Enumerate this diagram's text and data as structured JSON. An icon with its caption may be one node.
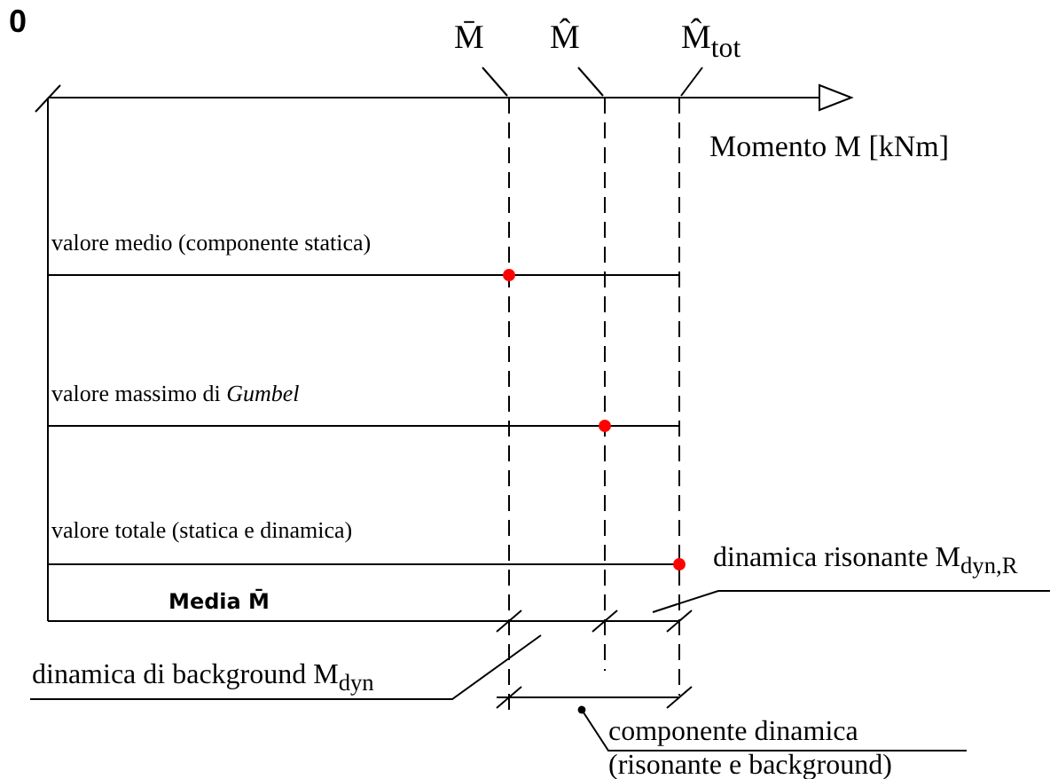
{
  "diagram": {
    "nodes": [
      {
        "text": [
          "M̄"
        ]
      },
      {
        "text": [
          "M̂"
        ]
      },
      {
        "text": [
          "M̂$_{tot}$"
        ]
      },
      {
        "text": [
          "dinamica risonante M$_{dyn,R}$"
        ]
      },
      {
        "text": [
          "dinamica di background M$_{dyn}$"
        ]
      },
      {
        "text": [
          "componente dinamica (risonante e background)"
        ]
      }
    ],
    "edges": [
      {
        "from": 0,
        "to": null,
        "arrow": "none"
      },
      {
        "from": 1,
        "to": null,
        "arrow": "none"
      },
      {
        "from": 2,
        "to": null,
        "arrow": "none"
      },
      {
        "from": 3,
        "to": null,
        "arrow": "none"
      },
      {
        "from": 4,
        "to": null,
        "arrow": "none"
      },
      {
        "from": 5,
        "to": null,
        "arrow": "other"
      }
    ],
    "labels": [
      "0",
      "Momento M [kNm]",
      "valore medio (componente statica)",
      "valore massimo di *Gumbel*",
      "valore totale (statica e dinamica)",
      "Media M̄"
    ]
  }
}
